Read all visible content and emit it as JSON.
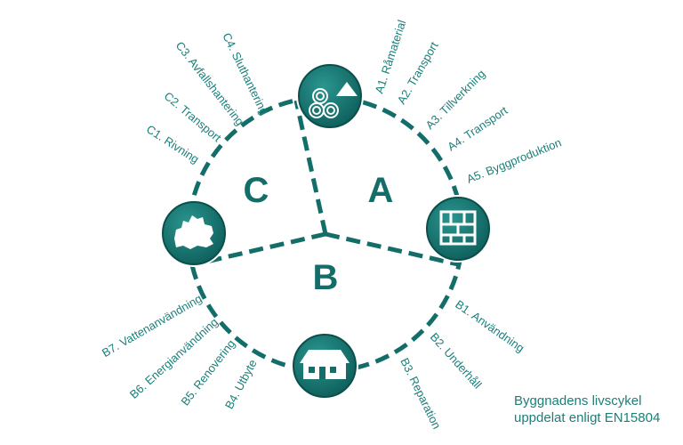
{
  "colors": {
    "primary": "#136e6a",
    "label": "#1a7f7a",
    "icon_light": "#ffffff"
  },
  "sectors": {
    "a": "A",
    "b": "B",
    "c": "C"
  },
  "labels_a": [
    "A1. Råmaterial",
    "A2. Transport",
    "A3. Tillverkning",
    "A4. Transport",
    "A5. Byggproduktion"
  ],
  "labels_b": [
    "B1. Användning",
    "B2. Underhåll",
    "B3. Reparation",
    "B4. Utbyte",
    "B5. Renovering",
    "B6. Energianvändning",
    "B7. Vattenanvändning"
  ],
  "labels_c": [
    "C1. Rivning",
    "C2. Transport",
    "C3. Avfallshantering",
    "C4. Sluthantering"
  ],
  "caption": {
    "line1": "Byggnadens livscykel",
    "line2": "uppdelat enligt EN15804"
  },
  "icons": {
    "top": "raw-material-icon",
    "right": "building-frame-icon",
    "bottom": "house-icon",
    "left": "landfill-icon"
  }
}
